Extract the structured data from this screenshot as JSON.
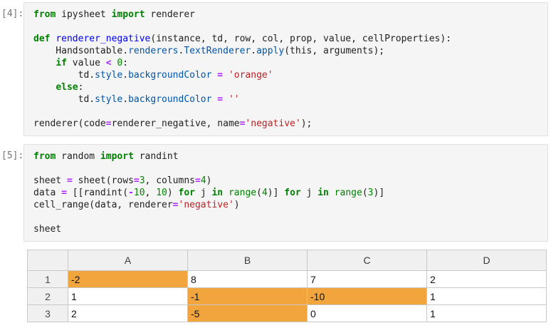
{
  "syntax_colors": {
    "k": "#008000",
    "d": "#0000ff",
    "p": "#0055aa",
    "o": "#aa22ff",
    "n": "#008800",
    "s": "#ba2121",
    "b": "#008000",
    "t": "#212121"
  },
  "notebook": {
    "cells": [
      {
        "prompt": "[4]:",
        "lines": [
          [
            {
              "c": "k",
              "t": "from"
            },
            {
              "c": "t",
              "t": " ipysheet "
            },
            {
              "c": "k",
              "t": "import"
            },
            {
              "c": "t",
              "t": " renderer"
            }
          ],
          [],
          [
            {
              "c": "k",
              "t": "def"
            },
            {
              "c": "t",
              "t": " "
            },
            {
              "c": "d",
              "t": "renderer_negative"
            },
            {
              "c": "t",
              "t": "(instance, td, row, col, prop, value, cellProperties):"
            }
          ],
          [
            {
              "c": "t",
              "t": "    Handsontable."
            },
            {
              "c": "p",
              "t": "renderers"
            },
            {
              "c": "t",
              "t": "."
            },
            {
              "c": "p",
              "t": "TextRenderer"
            },
            {
              "c": "t",
              "t": "."
            },
            {
              "c": "p",
              "t": "apply"
            },
            {
              "c": "t",
              "t": "(this, arguments);"
            }
          ],
          [
            {
              "c": "t",
              "t": "    "
            },
            {
              "c": "k",
              "t": "if"
            },
            {
              "c": "t",
              "t": " value "
            },
            {
              "c": "o",
              "t": "<"
            },
            {
              "c": "t",
              "t": " "
            },
            {
              "c": "n",
              "t": "0"
            },
            {
              "c": "t",
              "t": ":"
            }
          ],
          [
            {
              "c": "t",
              "t": "        td."
            },
            {
              "c": "p",
              "t": "style"
            },
            {
              "c": "t",
              "t": "."
            },
            {
              "c": "p",
              "t": "backgroundColor"
            },
            {
              "c": "t",
              "t": " "
            },
            {
              "c": "o",
              "t": "="
            },
            {
              "c": "t",
              "t": " "
            },
            {
              "c": "s",
              "t": "'orange'"
            }
          ],
          [
            {
              "c": "t",
              "t": "    "
            },
            {
              "c": "k",
              "t": "else"
            },
            {
              "c": "t",
              "t": ":"
            }
          ],
          [
            {
              "c": "t",
              "t": "        td."
            },
            {
              "c": "p",
              "t": "style"
            },
            {
              "c": "t",
              "t": "."
            },
            {
              "c": "p",
              "t": "backgroundColor"
            },
            {
              "c": "t",
              "t": " "
            },
            {
              "c": "o",
              "t": "="
            },
            {
              "c": "t",
              "t": " "
            },
            {
              "c": "s",
              "t": "''"
            }
          ],
          [],
          [
            {
              "c": "t",
              "t": "renderer(code"
            },
            {
              "c": "o",
              "t": "="
            },
            {
              "c": "t",
              "t": "renderer_negative, name"
            },
            {
              "c": "o",
              "t": "="
            },
            {
              "c": "s",
              "t": "'negative'"
            },
            {
              "c": "t",
              "t": ");"
            }
          ]
        ]
      },
      {
        "prompt": "[5]:",
        "lines": [
          [
            {
              "c": "k",
              "t": "from"
            },
            {
              "c": "t",
              "t": " random "
            },
            {
              "c": "k",
              "t": "import"
            },
            {
              "c": "t",
              "t": " randint"
            }
          ],
          [],
          [
            {
              "c": "t",
              "t": "sheet "
            },
            {
              "c": "o",
              "t": "="
            },
            {
              "c": "t",
              "t": " sheet(rows"
            },
            {
              "c": "o",
              "t": "="
            },
            {
              "c": "n",
              "t": "3"
            },
            {
              "c": "t",
              "t": ", columns"
            },
            {
              "c": "o",
              "t": "="
            },
            {
              "c": "n",
              "t": "4"
            },
            {
              "c": "t",
              "t": ")"
            }
          ],
          [
            {
              "c": "t",
              "t": "data "
            },
            {
              "c": "o",
              "t": "="
            },
            {
              "c": "t",
              "t": " [[randint("
            },
            {
              "c": "o",
              "t": "-"
            },
            {
              "c": "n",
              "t": "10"
            },
            {
              "c": "t",
              "t": ", "
            },
            {
              "c": "n",
              "t": "10"
            },
            {
              "c": "t",
              "t": ") "
            },
            {
              "c": "k",
              "t": "for"
            },
            {
              "c": "t",
              "t": " j "
            },
            {
              "c": "k",
              "t": "in"
            },
            {
              "c": "t",
              "t": " "
            },
            {
              "c": "b",
              "t": "range"
            },
            {
              "c": "t",
              "t": "("
            },
            {
              "c": "n",
              "t": "4"
            },
            {
              "c": "t",
              "t": ")] "
            },
            {
              "c": "k",
              "t": "for"
            },
            {
              "c": "t",
              "t": " j "
            },
            {
              "c": "k",
              "t": "in"
            },
            {
              "c": "t",
              "t": " "
            },
            {
              "c": "b",
              "t": "range"
            },
            {
              "c": "t",
              "t": "("
            },
            {
              "c": "n",
              "t": "3"
            },
            {
              "c": "t",
              "t": ")]"
            }
          ],
          [
            {
              "c": "t",
              "t": "cell_range(data, renderer"
            },
            {
              "c": "o",
              "t": "="
            },
            {
              "c": "s",
              "t": "'negative'"
            },
            {
              "c": "t",
              "t": ")"
            }
          ],
          [],
          [
            {
              "c": "t",
              "t": "sheet"
            }
          ]
        ]
      }
    ],
    "output_table": {
      "highlight_color": "#f2a53c",
      "columns": [
        "A",
        "B",
        "C",
        "D"
      ],
      "rows": [
        {
          "label": "1",
          "cells": [
            {
              "v": "-2",
              "neg": true
            },
            {
              "v": "8"
            },
            {
              "v": "7"
            },
            {
              "v": "2"
            }
          ]
        },
        {
          "label": "2",
          "cells": [
            {
              "v": "1"
            },
            {
              "v": "-1",
              "neg": true
            },
            {
              "v": "-10",
              "neg": true
            },
            {
              "v": "1"
            }
          ]
        },
        {
          "label": "3",
          "cells": [
            {
              "v": "2"
            },
            {
              "v": "-5",
              "neg": true
            },
            {
              "v": "0"
            },
            {
              "v": "1"
            }
          ]
        }
      ]
    }
  }
}
